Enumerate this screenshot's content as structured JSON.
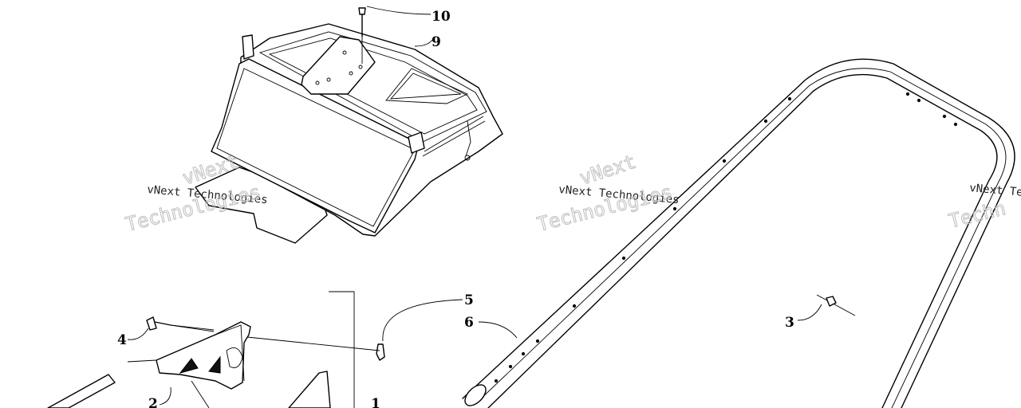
{
  "callouts": {
    "c1": "1",
    "c2": "2",
    "c3": "3",
    "c4": "4",
    "c5": "5",
    "c6": "6",
    "c9": "9",
    "c10": "10"
  },
  "watermark": {
    "line_small": "vNext Technologies",
    "word_top": "vNext",
    "word_bottom": "Technologies",
    "partial_small": "vNext Te",
    "partial_bottom": "Techn"
  }
}
